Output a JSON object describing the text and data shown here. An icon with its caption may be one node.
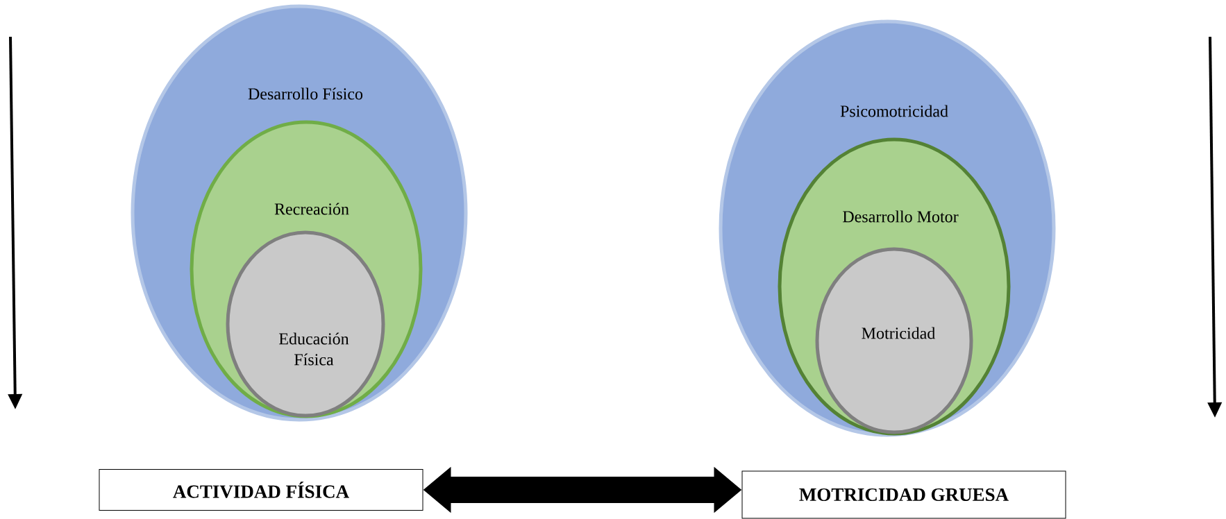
{
  "diagram": {
    "nodes": [
      {
        "text": [
          "Desarrollo Físico"
        ]
      },
      {
        "text": [
          "Recreación"
        ],
        "in": 0
      },
      {
        "text": [
          "Educación Física"
        ],
        "in": 1
      },
      {
        "text": [
          "Psicomotricidad"
        ]
      },
      {
        "text": [
          "Desarrollo Motor"
        ],
        "in": 3
      },
      {
        "text": [
          "Motricidad"
        ],
        "in": 4
      },
      {
        "text": [
          "ACTIVIDAD FÍSICA"
        ]
      },
      {
        "text": [
          "MOTRICIDAD GRUESA"
        ]
      }
    ],
    "edges": [
      {
        "from": 6,
        "to": 7,
        "arrow": "both"
      }
    ]
  }
}
